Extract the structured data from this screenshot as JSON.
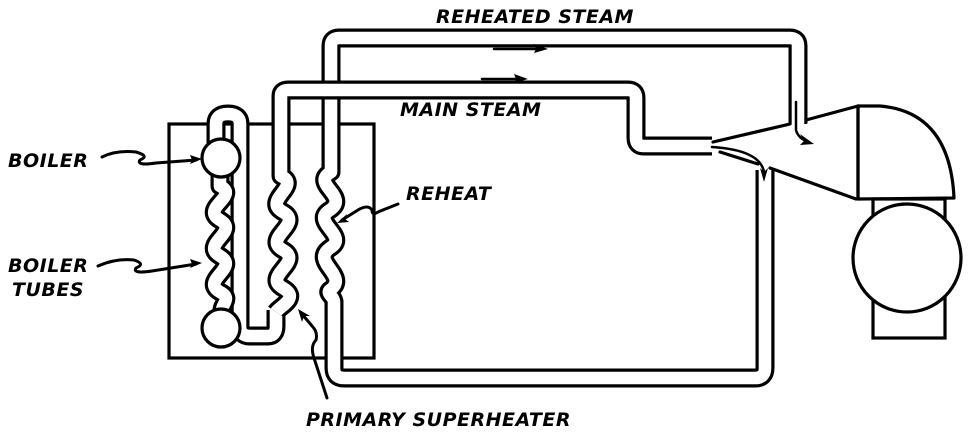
{
  "diagram": {
    "title": "Steam cycle with reheat",
    "colors": {
      "line": "#000000",
      "background": "#ffffff"
    },
    "labels": {
      "reheated_steam": "REHEATED STEAM",
      "main_steam": "MAIN STEAM",
      "boiler": "BOILER",
      "boiler_tubes_line1": "BOILER",
      "boiler_tubes_line2": "TUBES",
      "reheat": "REHEAT",
      "primary_superheater": "PRIMARY SUPERHEATER"
    },
    "components": [
      {
        "id": "furnace",
        "name": "Furnace enclosure"
      },
      {
        "id": "upper-drum",
        "name": "Boiler (upper drum)"
      },
      {
        "id": "lower-drum",
        "name": "Lower drum"
      },
      {
        "id": "boiler-tubes",
        "name": "Boiler tubes"
      },
      {
        "id": "primary-superheater",
        "name": "Primary superheater"
      },
      {
        "id": "reheater",
        "name": "Reheat coil"
      },
      {
        "id": "main-steam-line",
        "name": "Main steam line"
      },
      {
        "id": "reheated-steam-line",
        "name": "Reheated steam line"
      },
      {
        "id": "turbine",
        "name": "Turbine"
      },
      {
        "id": "generator",
        "name": "Generator"
      }
    ],
    "flow_arrows": [
      {
        "on": "reheated-steam-line",
        "direction": "right"
      },
      {
        "on": "main-steam-line",
        "direction": "right"
      },
      {
        "on": "turbine-inlet-reheat",
        "direction": "down"
      },
      {
        "on": "turbine-return",
        "direction": "down"
      }
    ]
  }
}
